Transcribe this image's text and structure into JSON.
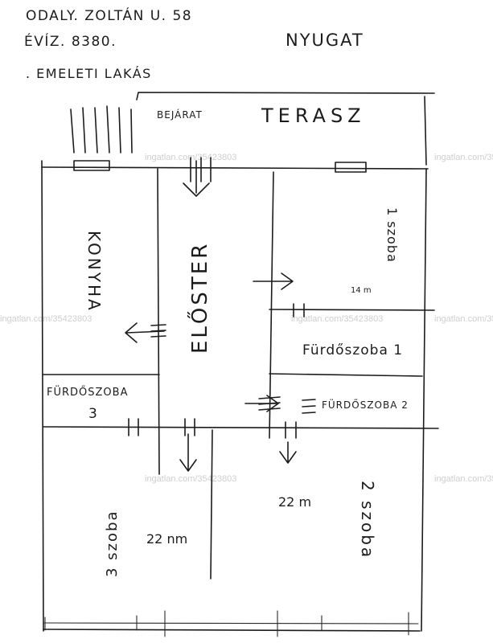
{
  "header": {
    "line1": "ODALY. ZOLTÁN U. 58",
    "line2": "ÉVÍZ. 8380.",
    "line3": ". EMELETI LAKÁS",
    "direction": "NYUGAT"
  },
  "labels": {
    "entrance": "BEJÁRAT",
    "terrace": "TERASZ",
    "kitchen": "KONYHA",
    "hall": "ELŐSTER",
    "room1": "1 szoba",
    "room1_area": "14 m",
    "bath1": "Fürdőszoba 1",
    "bath2": "FÜRDŐSZOBA 2",
    "bath3_line1": "FÜRDŐSZOBA",
    "bath3_line2": "3",
    "room3": "3 szoba",
    "room3_area": "22 nm",
    "room2": "2 szoba",
    "room2_area": "22 m"
  },
  "watermark": "ingatlan.com/35423803"
}
